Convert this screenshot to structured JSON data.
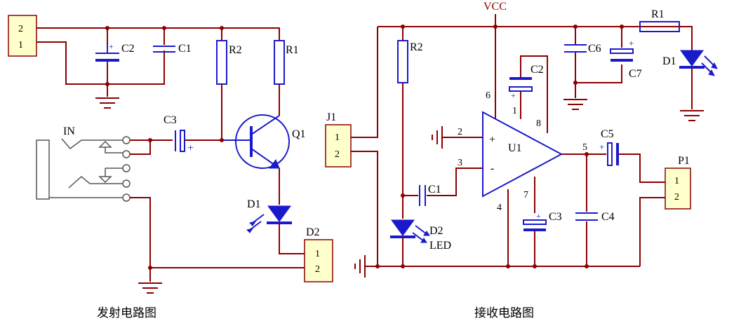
{
  "transmitter": {
    "caption": "发射电路图",
    "power_connector": {
      "pins": [
        "2",
        "1"
      ]
    },
    "output_connector": {
      "name": "D2",
      "pins": [
        "1",
        "2"
      ]
    },
    "components": {
      "c2": "C2",
      "c1": "C1",
      "r2": "R2",
      "r1": "R1",
      "c3": "C3",
      "q1": "Q1",
      "d1": "D1",
      "jack": "IN"
    }
  },
  "receiver": {
    "caption": "接收电路图",
    "supply": "VCC",
    "input_connector": {
      "name": "J1",
      "pins": [
        "1",
        "2"
      ]
    },
    "output_connector": {
      "name": "P1",
      "pins": [
        "1",
        "2"
      ]
    },
    "components": {
      "r2": "R2",
      "r1": "R1",
      "c6": "C6",
      "c7": "C7",
      "d1": "D1",
      "c2": "C2",
      "u1": "U1",
      "c1": "C1",
      "d2": "D2",
      "led": "LED",
      "c3": "C3",
      "c4": "C4",
      "c5": "C5"
    },
    "opamp_pins": {
      "p6": "6",
      "p1": "1",
      "p8": "8",
      "p2": "2",
      "p3": "3",
      "p7": "7",
      "p4": "4",
      "p5": "5",
      "plus": "+",
      "minus": "-"
    }
  },
  "colors": {
    "wire": "#8b0000",
    "component": "#1a1acc",
    "connector_fill": "#ffffcc"
  }
}
